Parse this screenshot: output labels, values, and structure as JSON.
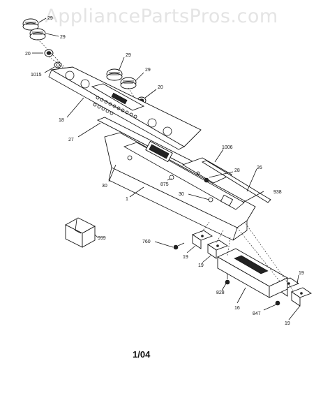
{
  "watermark": "AppliancePartsPros.com",
  "page_label": "1/04",
  "callouts": {
    "c29a": "29",
    "c29b": "29",
    "c20a": "20",
    "c1015": "1015",
    "c29c": "29",
    "c29d": "29",
    "c20b": "20",
    "c18": "18",
    "c27": "27",
    "c1006": "1006",
    "c28": "28",
    "c26": "26",
    "c30a": "30",
    "c875": "875",
    "c30b": "30",
    "c938": "938",
    "c1": "1",
    "c999": "999",
    "c760": "760",
    "c19a": "19",
    "c19b": "19",
    "c828": "828",
    "c16": "16",
    "c847": "847",
    "c19c": "19",
    "c19d": "19"
  }
}
